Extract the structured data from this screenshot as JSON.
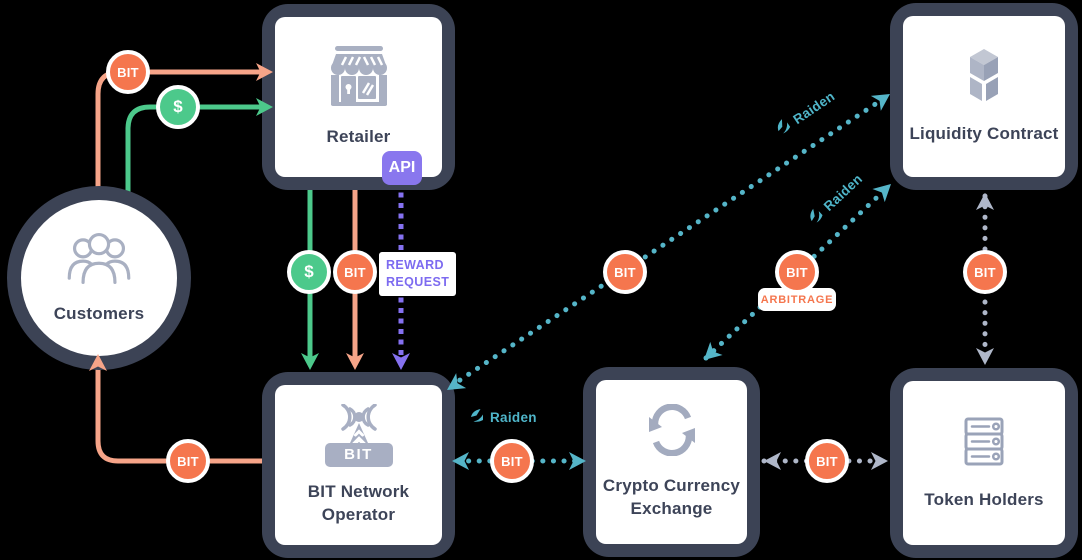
{
  "nodes": {
    "customers": {
      "label": "Customers",
      "icon": "users-icon"
    },
    "retailer": {
      "label": "Retailer",
      "icon": "storefront-icon"
    },
    "liquidity_contract": {
      "label": "Liquidity Contract",
      "icon": "bancor-cubes-icon"
    },
    "bit_network_operator": {
      "label": "BIT Network Operator",
      "icon": "radio-tower-icon",
      "icon_caption": "BIT"
    },
    "crypto_currency_exchange": {
      "label": "Crypto Currency Exchange",
      "icon": "exchange-arrows-icon"
    },
    "token_holders": {
      "label": "Token Holders",
      "icon": "server-stack-icon"
    }
  },
  "tokens": {
    "bit": "BIT",
    "dollar": "$"
  },
  "labels": {
    "api": "API",
    "reward_request": [
      "REWARD",
      "REQUEST"
    ],
    "arbitrage": "ARBITRAGE",
    "raiden": "Raiden"
  },
  "colors": {
    "background": "#000000",
    "node_border": "#3C4355",
    "card": "#FFFFFF",
    "label_text": "#3D4458",
    "icon_gray": "#A9B0C2",
    "orange_badge": "#F5764E",
    "orange_line": "#F6A488",
    "green": "#4CC98B",
    "purple": "#8571F0",
    "teal": "#55B5C8",
    "gray_line": "#AFB7C9"
  },
  "edges": [
    {
      "from": "customers",
      "to": "retailer",
      "token": "BIT",
      "style": "solid-orange"
    },
    {
      "from": "customers",
      "to": "retailer",
      "token": "$",
      "style": "solid-green"
    },
    {
      "from": "retailer",
      "to": "bit_network_operator",
      "token": "$",
      "style": "solid-green"
    },
    {
      "from": "retailer",
      "to": "bit_network_operator",
      "token": "BIT",
      "style": "solid-orange"
    },
    {
      "from": "retailer",
      "to": "bit_network_operator",
      "token": "REWARD REQUEST",
      "via": "API",
      "style": "dashed-purple"
    },
    {
      "from": "bit_network_operator",
      "to": "customers",
      "token": "BIT",
      "style": "solid-orange"
    },
    {
      "from": "bit_network_operator",
      "to": "liquidity_contract",
      "token": "BIT",
      "label": "Raiden",
      "style": "dotted-teal",
      "bidirectional": true
    },
    {
      "from": "crypto_currency_exchange",
      "to": "liquidity_contract",
      "token": "BIT",
      "label": "Raiden",
      "note": "ARBITRAGE",
      "style": "dotted-teal",
      "bidirectional": true
    },
    {
      "from": "bit_network_operator",
      "to": "crypto_currency_exchange",
      "token": "BIT",
      "label": "Raiden",
      "style": "dotted-teal",
      "bidirectional": true
    },
    {
      "from": "crypto_currency_exchange",
      "to": "token_holders",
      "token": "BIT",
      "style": "dotted-gray",
      "bidirectional": true
    },
    {
      "from": "liquidity_contract",
      "to": "token_holders",
      "token": "BIT",
      "style": "dotted-gray",
      "bidirectional": true
    }
  ]
}
